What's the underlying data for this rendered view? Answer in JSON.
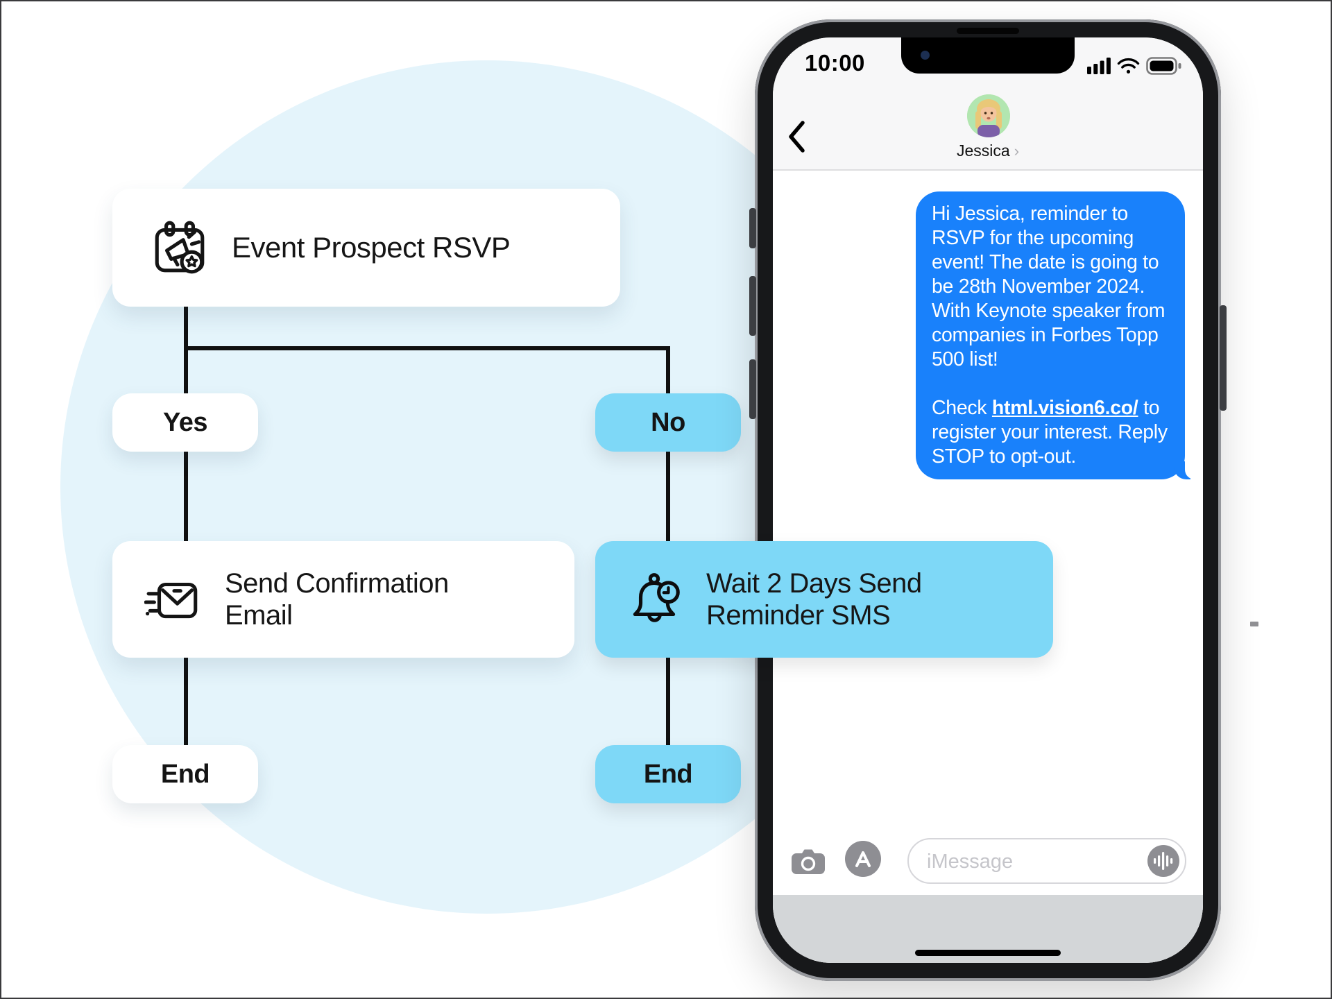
{
  "colors": {
    "flow_blue": "#7ED8F7",
    "bubble_blue": "#1981FB",
    "circle_bg": "#E4F4FB",
    "icon_stroke": "#141414",
    "gray_icon": "#8E8E93"
  },
  "flowchart": {
    "start": {
      "label": "Event Prospect RSVP",
      "icon": "calendar-megaphone-icon"
    },
    "branch_yes": {
      "label": "Yes"
    },
    "branch_no": {
      "label": "No"
    },
    "email_node": {
      "label": "Send Confirmation Email",
      "icon": "speeding-email-icon"
    },
    "wait_node": {
      "label": "Wait 2 Days Send Reminder SMS",
      "icon": "bell-clock-icon"
    },
    "end_left": {
      "label": "End"
    },
    "end_right": {
      "label": "End"
    }
  },
  "phone": {
    "status_bar": {
      "time": "10:00"
    },
    "header": {
      "contact_name": "Jessica",
      "chevron": "›"
    },
    "message": {
      "para1": "Hi Jessica, reminder to RSVP for the upcoming event! The date is going to be 28th November 2024. With Keynote speaker from companies in Forbes Topp 500 list!",
      "para2_prefix": "Check ",
      "para2_link": "html.vision6.co/",
      "para2_suffix": " to register your interest. Reply STOP to opt-out."
    },
    "input": {
      "placeholder": "iMessage"
    }
  }
}
